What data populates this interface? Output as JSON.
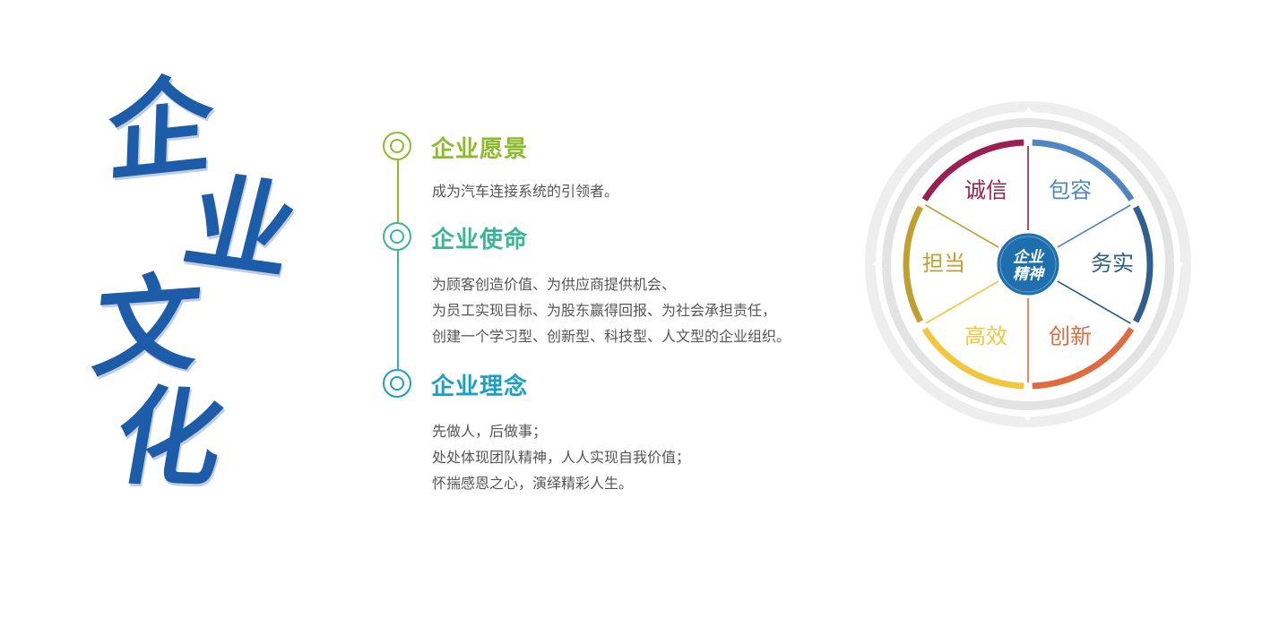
{
  "calligraphy": [
    "企",
    "业",
    "文",
    "化"
  ],
  "sections": [
    {
      "title": "企业愿景",
      "color": "#8cbb2a",
      "lines": [
        "成为汽车连接系统的引领者。"
      ]
    },
    {
      "title": "企业使命",
      "color": "#3ab598",
      "lines": [
        "为顾客创造价值、为供应商提供机会、",
        "为员工实现目标、为股东赢得回报、为社会承担责任，",
        "创建一个学习型、创新型、科技型、人文型的企业组织。"
      ]
    },
    {
      "title": "企业理念",
      "color": "#1a9fc6",
      "lines": [
        "先做人，后做事；",
        "处处体现团队精神，人人实现自我价值；",
        "怀揣感恩之心，演绎精彩人生。"
      ]
    }
  ],
  "wheel": {
    "center_text": [
      "企业",
      "精神"
    ],
    "center_color": "#1e6fae",
    "segments": [
      {
        "label": "包容",
        "color": "#4f86c0"
      },
      {
        "label": "务实",
        "color": "#2f5f8d"
      },
      {
        "label": "创新",
        "color": "#e06b3e"
      },
      {
        "label": "高效",
        "color": "#f2c63d"
      },
      {
        "label": "担当",
        "color": "#bfa030"
      },
      {
        "label": "诚信",
        "color": "#9b1f53"
      }
    ]
  }
}
